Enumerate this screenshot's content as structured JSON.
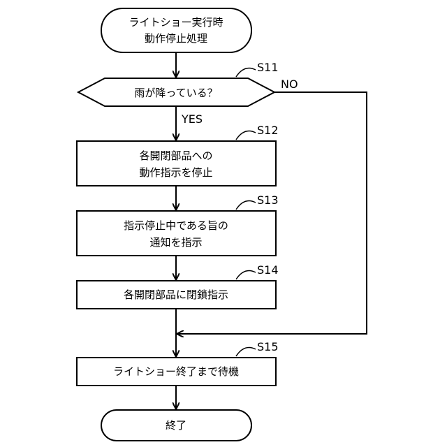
{
  "nodes": {
    "start": {
      "lines": [
        "ライトショー実行時",
        "動作停止処理"
      ]
    },
    "s11": {
      "step": "S11",
      "lines": [
        "雨が降っている？"
      ]
    },
    "s12": {
      "step": "S12",
      "lines": [
        "各開閉部品への",
        "動作指示を停止"
      ]
    },
    "s13": {
      "step": "S13",
      "lines": [
        "指示停止中である旨の",
        "通知を指示"
      ]
    },
    "s14": {
      "step": "S14",
      "lines": [
        "各開閉部品に閉鎖指示"
      ]
    },
    "s15": {
      "step": "S15",
      "lines": [
        "ライトショー終了まで待機"
      ]
    },
    "end": {
      "lines": [
        "終了"
      ]
    }
  },
  "branches": {
    "yes": "YES",
    "no": "NO"
  }
}
